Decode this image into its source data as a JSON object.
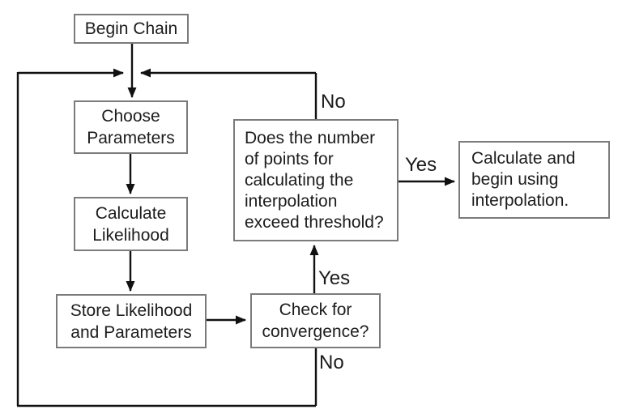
{
  "diagram": {
    "type": "flowchart",
    "colors": {
      "background": "#ffffff",
      "box_border": "#7b7b7b",
      "arrow": "#111111",
      "text": "#1c1c1c"
    },
    "nodes": {
      "begin_chain": {
        "label": "Begin Chain"
      },
      "choose_parameters": {
        "label": "Choose\nParameters"
      },
      "calculate_likelihood": {
        "label": "Calculate\nLikelihood"
      },
      "store_likelihood": {
        "label": "Store Likelihood\nand Parameters"
      },
      "check_convergence": {
        "label": "Check for\nconvergence?"
      },
      "interpolation_decision": {
        "label": "Does the number\nof points for\ncalculating the\ninterpolation\nexceed threshold?"
      },
      "calculate_interpolation": {
        "label": "Calculate and\nbegin using\ninterpolation."
      }
    },
    "edge_labels": {
      "decision_no": "No",
      "decision_yes": "Yes",
      "convergence_yes": "Yes",
      "convergence_no": "No"
    }
  }
}
